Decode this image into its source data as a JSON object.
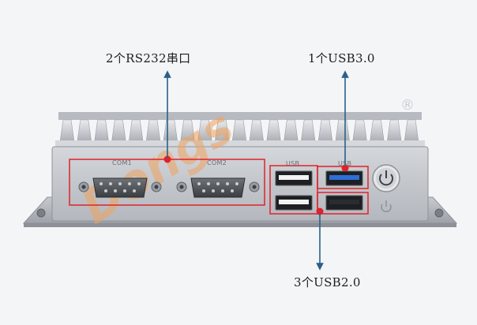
{
  "callouts": {
    "rs232": "2个RS232串口",
    "usb3": "1个USB3.0",
    "usb2": "3个USB2.0"
  },
  "ports": {
    "com1": "COM1",
    "com2": "COM2",
    "usb_left": "USB",
    "usb_right": "USB"
  },
  "watermark": {
    "text": "Dongs",
    "registered": "®"
  },
  "colors": {
    "highlight": "#e0222a",
    "arrow": "#2c5f86",
    "chassis": "#c9ccd1",
    "usb3_blue": "#2d6fd6",
    "watermark_orange": "#f0a35f"
  }
}
